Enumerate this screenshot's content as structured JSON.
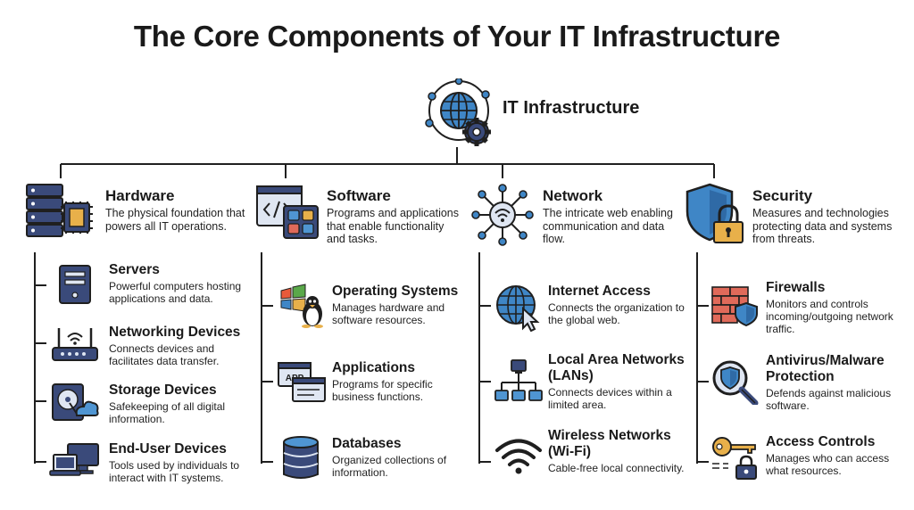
{
  "title": "The Core Components of Your IT Infrastructure",
  "root": {
    "label": "IT Infrastructure",
    "icon": "globe-gear-icon"
  },
  "categories": [
    {
      "key": "hardware",
      "title": "Hardware",
      "icon": "server-chip-icon",
      "desc": "The physical foundation that powers all IT operations.",
      "items": [
        {
          "title": "Servers",
          "desc": "Powerful computers hosting applications and data.",
          "icon": "server-tower-icon"
        },
        {
          "title": "Networking Devices",
          "desc": "Connects devices and facilitates data transfer.",
          "icon": "router-icon"
        },
        {
          "title": "Storage Devices",
          "desc": "Safekeeping of all digital information.",
          "icon": "hard-drive-cloud-icon"
        },
        {
          "title": "End-User Devices",
          "desc": "Tools used by individuals to interact with IT systems.",
          "icon": "laptop-monitor-icon"
        }
      ]
    },
    {
      "key": "software",
      "title": "Software",
      "icon": "code-window-icon",
      "desc": "Programs and applications that enable functionality and tasks.",
      "items": [
        {
          "title": "Operating Systems",
          "desc": "Manages hardware and software resources.",
          "icon": "os-logos-icon"
        },
        {
          "title": "Applications",
          "desc": "Programs for specific business functions.",
          "icon": "app-windows-icon",
          "badge": "APP"
        },
        {
          "title": "Databases",
          "desc": "Organized collections of information.",
          "icon": "database-icon"
        }
      ]
    },
    {
      "key": "network",
      "title": "Network",
      "icon": "network-hub-icon",
      "desc": "The intricate web enabling communication and data flow.",
      "items": [
        {
          "title": "Internet Access",
          "desc": "Connects the organization to the global web.",
          "icon": "globe-cursor-icon"
        },
        {
          "title": "Local Area Networks (LANs)",
          "desc": "Connects devices within a limited area.",
          "icon": "lan-topology-icon"
        },
        {
          "title": "Wireless Networks (Wi-Fi)",
          "desc": "Cable-free local connectivity.",
          "icon": "wifi-icon"
        }
      ]
    },
    {
      "key": "security",
      "title": "Security",
      "icon": "shield-lock-icon",
      "desc": "Measures and technologies protecting data and systems from threats.",
      "items": [
        {
          "title": "Firewalls",
          "desc": "Monitors and controls incoming/outgoing network traffic.",
          "icon": "firewall-icon"
        },
        {
          "title": "Antivirus/Malware Protection",
          "desc": "Defends against malicious software.",
          "icon": "magnifier-shield-icon"
        },
        {
          "title": "Access Controls",
          "desc": "Manages who can access what resources.",
          "icon": "key-lock-icon"
        }
      ]
    }
  ]
}
